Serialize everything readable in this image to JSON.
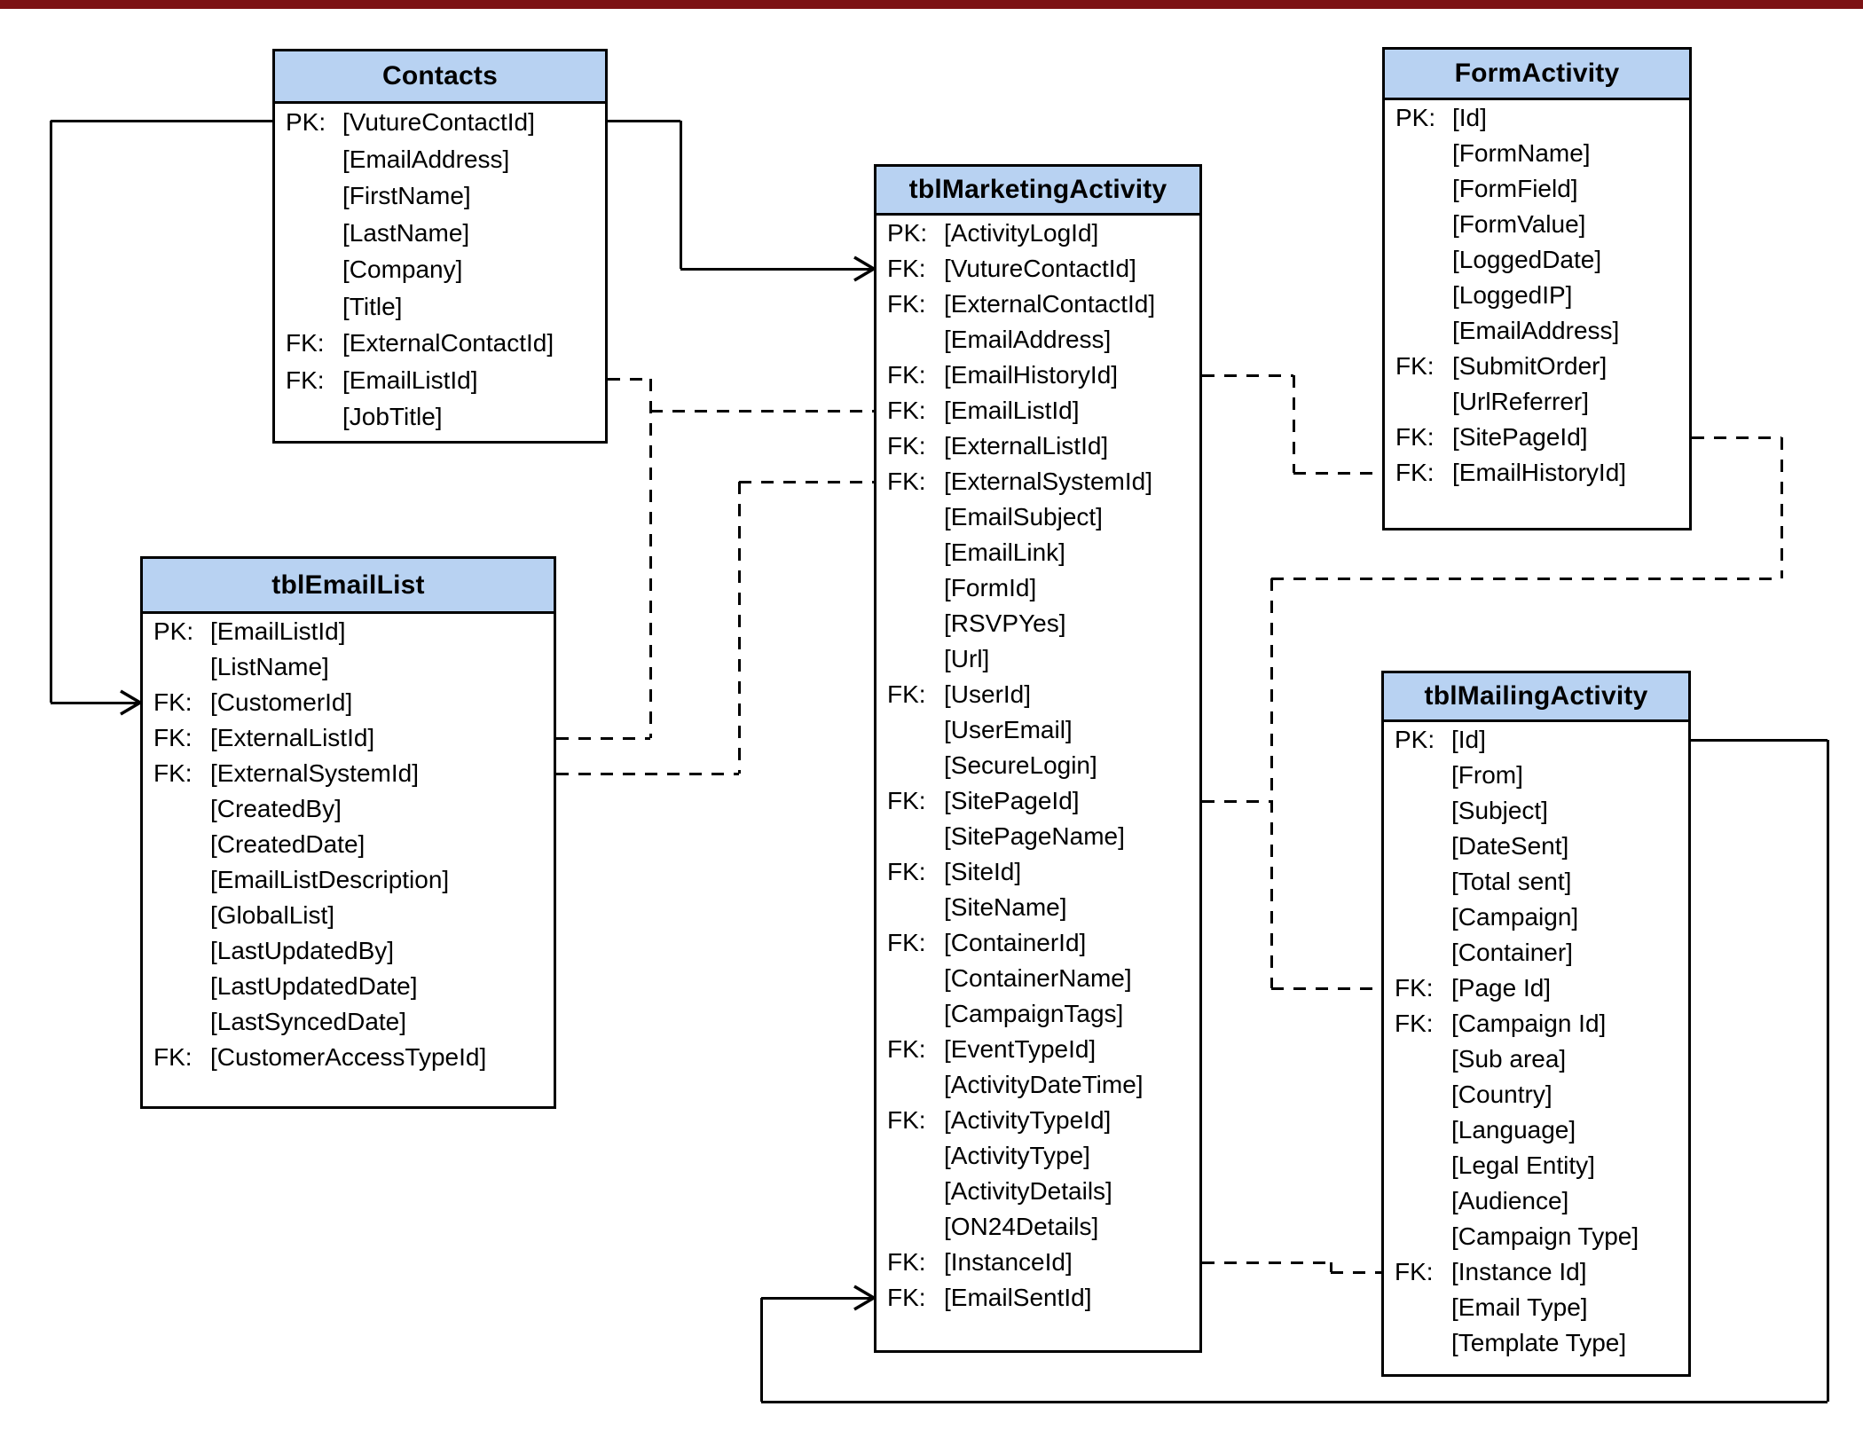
{
  "colors": {
    "top_bar": "#7c1214",
    "header_fill": "#b8d2f2",
    "line": "#000000",
    "background": "#ffffff"
  },
  "tables": {
    "contacts": {
      "title": "Contacts",
      "fields": [
        {
          "key": "PK:",
          "name": "[VutureContactId]"
        },
        {
          "key": "",
          "name": "[EmailAddress]"
        },
        {
          "key": "",
          "name": "[FirstName]"
        },
        {
          "key": "",
          "name": "[LastName]"
        },
        {
          "key": "",
          "name": "[Company]"
        },
        {
          "key": "",
          "name": "[Title]"
        },
        {
          "key": "FK:",
          "name": "[ExternalContactId]"
        },
        {
          "key": "FK:",
          "name": "[EmailListId]"
        },
        {
          "key": "",
          "name": "[JobTitle]"
        }
      ]
    },
    "email_list": {
      "title": "tblEmailList",
      "fields": [
        {
          "key": "PK:",
          "name": "[EmailListId]"
        },
        {
          "key": "",
          "name": "[ListName]"
        },
        {
          "key": "FK:",
          "name": "[CustomerId]"
        },
        {
          "key": "FK:",
          "name": "[ExternalListId]"
        },
        {
          "key": "FK:",
          "name": "[ExternalSystemId]"
        },
        {
          "key": "",
          "name": "[CreatedBy]"
        },
        {
          "key": "",
          "name": "[CreatedDate]"
        },
        {
          "key": "",
          "name": "[EmailListDescription]"
        },
        {
          "key": "",
          "name": "[GlobalList]"
        },
        {
          "key": "",
          "name": "[LastUpdatedBy]"
        },
        {
          "key": "",
          "name": "[LastUpdatedDate]"
        },
        {
          "key": "",
          "name": "[LastSyncedDate]"
        },
        {
          "key": "FK:",
          "name": "[CustomerAccessTypeId]"
        }
      ]
    },
    "marketing_activity": {
      "title": "tblMarketingActivity",
      "fields": [
        {
          "key": "PK:",
          "name": "[ActivityLogId]"
        },
        {
          "key": "FK:",
          "name": "[VutureContactId]"
        },
        {
          "key": "FK:",
          "name": "[ExternalContactId]"
        },
        {
          "key": "",
          "name": "[EmailAddress]"
        },
        {
          "key": "FK:",
          "name": "[EmailHistoryId]"
        },
        {
          "key": "FK:",
          "name": "[EmailListId]"
        },
        {
          "key": "FK:",
          "name": "[ExternalListId]"
        },
        {
          "key": "FK:",
          "name": "[ExternalSystemId]"
        },
        {
          "key": "",
          "name": "[EmailSubject]"
        },
        {
          "key": "",
          "name": "[EmailLink]"
        },
        {
          "key": "",
          "name": "[FormId]"
        },
        {
          "key": "",
          "name": "[RSVPYes]"
        },
        {
          "key": "",
          "name": "[Url]"
        },
        {
          "key": "FK:",
          "name": "[UserId]"
        },
        {
          "key": "",
          "name": "[UserEmail]"
        },
        {
          "key": "",
          "name": "[SecureLogin]"
        },
        {
          "key": "FK:",
          "name": "[SitePageId]"
        },
        {
          "key": "",
          "name": "[SitePageName]"
        },
        {
          "key": "FK:",
          "name": "[SiteId]"
        },
        {
          "key": "",
          "name": "[SiteName]"
        },
        {
          "key": "FK:",
          "name": "[ContainerId]"
        },
        {
          "key": "",
          "name": "[ContainerName]"
        },
        {
          "key": "",
          "name": "[CampaignTags]"
        },
        {
          "key": "FK:",
          "name": "[EventTypeId]"
        },
        {
          "key": "",
          "name": "[ActivityDateTime]"
        },
        {
          "key": "FK:",
          "name": "[ActivityTypeId]"
        },
        {
          "key": "",
          "name": "[ActivityType]"
        },
        {
          "key": "",
          "name": "[ActivityDetails]"
        },
        {
          "key": "",
          "name": "[ON24Details]"
        },
        {
          "key": "FK:",
          "name": "[InstanceId]"
        },
        {
          "key": "FK:",
          "name": "[EmailSentId]"
        }
      ]
    },
    "form_activity": {
      "title": "FormActivity",
      "fields": [
        {
          "key": "PK:",
          "name": "[Id]"
        },
        {
          "key": "",
          "name": "[FormName]"
        },
        {
          "key": "",
          "name": "[FormField]"
        },
        {
          "key": "",
          "name": "[FormValue]"
        },
        {
          "key": "",
          "name": "[LoggedDate]"
        },
        {
          "key": "",
          "name": "[LoggedIP]"
        },
        {
          "key": "",
          "name": "[EmailAddress]"
        },
        {
          "key": "FK:",
          "name": "[SubmitOrder]"
        },
        {
          "key": "",
          "name": "[UrlReferrer]"
        },
        {
          "key": "FK:",
          "name": "[SitePageId]"
        },
        {
          "key": "FK:",
          "name": "[EmailHistoryId]"
        }
      ]
    },
    "mailing_activity": {
      "title": "tblMailingActivity",
      "fields": [
        {
          "key": "PK:",
          "name": "[Id]"
        },
        {
          "key": "",
          "name": "[From]"
        },
        {
          "key": "",
          "name": "[Subject]"
        },
        {
          "key": "",
          "name": "[DateSent]"
        },
        {
          "key": "",
          "name": "[Total sent]"
        },
        {
          "key": "",
          "name": "[Campaign]"
        },
        {
          "key": "",
          "name": "[Container]"
        },
        {
          "key": "FK:",
          "name": "[Page Id]"
        },
        {
          "key": "FK:",
          "name": "[Campaign Id]"
        },
        {
          "key": "",
          "name": "[Sub area]"
        },
        {
          "key": "",
          "name": "[Country]"
        },
        {
          "key": "",
          "name": "[Language]"
        },
        {
          "key": "",
          "name": "[Legal Entity]"
        },
        {
          "key": "",
          "name": "[Audience]"
        },
        {
          "key": "",
          "name": "[Campaign Type]"
        },
        {
          "key": "FK:",
          "name": "[Instance Id]"
        },
        {
          "key": "",
          "name": "[Email Type]"
        },
        {
          "key": "",
          "name": "[Template Type]"
        }
      ]
    }
  },
  "relations": [
    {
      "style": "solid-arrow",
      "from": "Contacts.[VutureContactId]",
      "to": [
        "tblEmailList.[CustomerId]"
      ]
    },
    {
      "style": "solid-arrow",
      "from": "Contacts.[VutureContactId]",
      "to": [
        "tblMarketingActivity.[VutureContactId]"
      ]
    },
    {
      "style": "solid-arrow",
      "from": "tblMailingActivity.[Id]",
      "to": [
        "tblMarketingActivity.[EmailSentId]"
      ]
    },
    {
      "style": "dashed",
      "from": "Contacts.[EmailListId]",
      "to": [
        "tblMarketingActivity.[EmailListId]",
        "tblEmailList.[ExternalListId]"
      ]
    },
    {
      "style": "dashed",
      "from": "tblEmailList.[ExternalSystemId]",
      "to": [
        "tblMarketingActivity.[ExternalSystemId]"
      ]
    },
    {
      "style": "dashed",
      "from": "tblMarketingActivity.[EmailHistoryId]",
      "to": [
        "FormActivity.[EmailHistoryId]"
      ]
    },
    {
      "style": "dashed",
      "from": "FormActivity.[SitePageId]",
      "to": [
        "tblMarketingActivity.[SitePageId]",
        "tblMailingActivity.[Page Id]"
      ]
    },
    {
      "style": "dashed",
      "from": "tblMarketingActivity.[InstanceId]",
      "to": [
        "tblMailingActivity.[Instance Id]"
      ]
    }
  ]
}
